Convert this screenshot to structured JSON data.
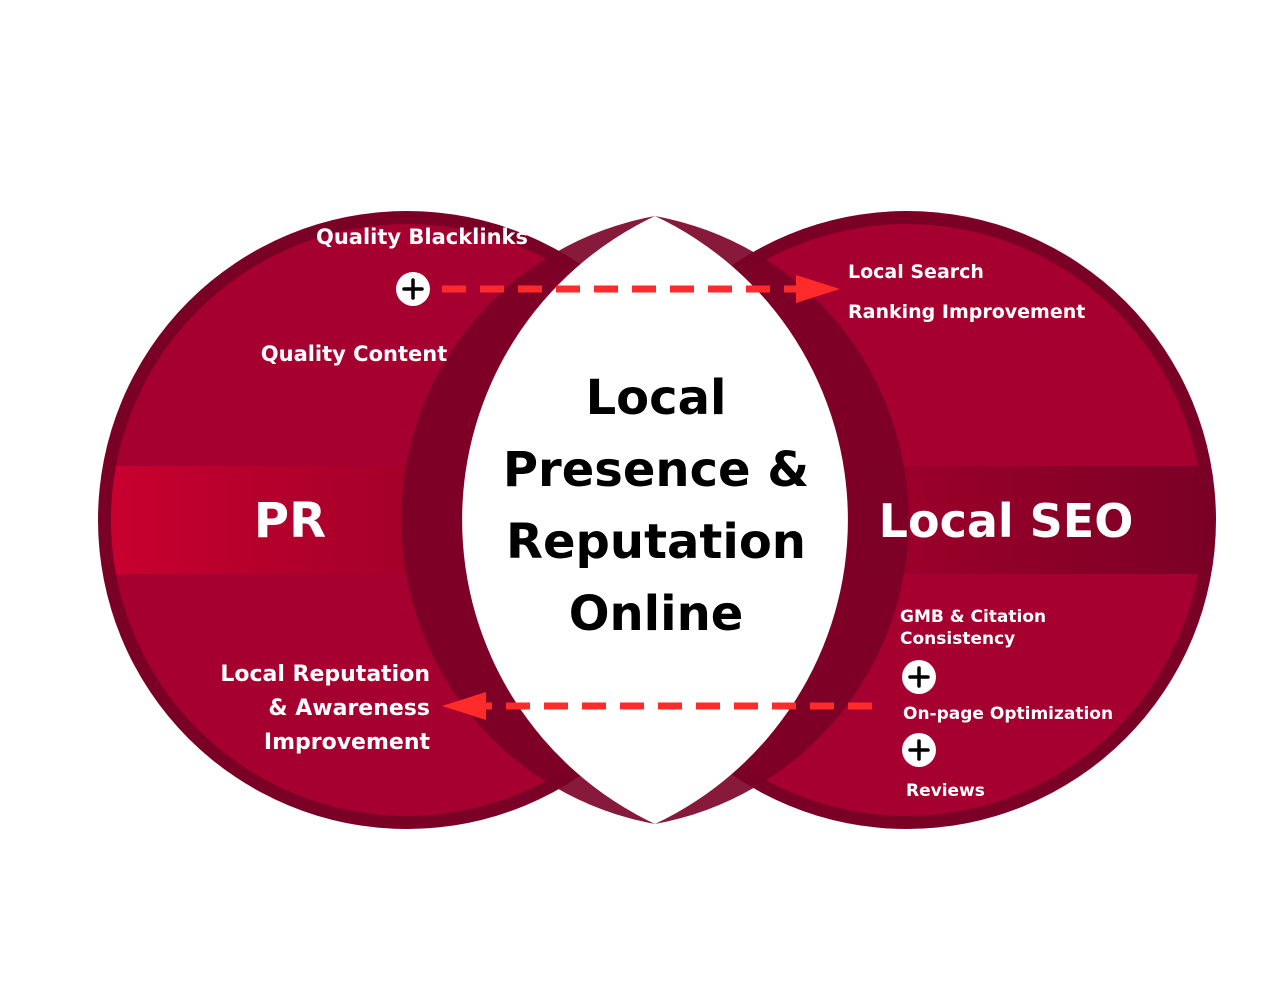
{
  "left": {
    "title": "PR",
    "top_item_1": "Quality Blacklinks",
    "top_item_2": "Quality Content",
    "result_lines": [
      "Local Reputation",
      "& Awareness",
      "Improvement"
    ]
  },
  "right": {
    "title": "Local SEO",
    "result_lines": [
      "Local Search",
      "Ranking Improvement"
    ],
    "items": [
      [
        "GMB & Citation",
        "Consistency"
      ],
      [
        "On-page Optimization"
      ],
      [
        "Reviews"
      ]
    ]
  },
  "center": {
    "lines": [
      "Local",
      "Presence &",
      "Reputation",
      "Online"
    ]
  },
  "colors": {
    "circle_fill": "#a5002f",
    "circle_ring": "#7a0026",
    "band_light": "#c8002f",
    "arrow": "#ff2a2a",
    "center_fill": "#ffffff"
  },
  "icons": [
    "plus-icon",
    "dashed-arrow-right",
    "dashed-arrow-left"
  ]
}
